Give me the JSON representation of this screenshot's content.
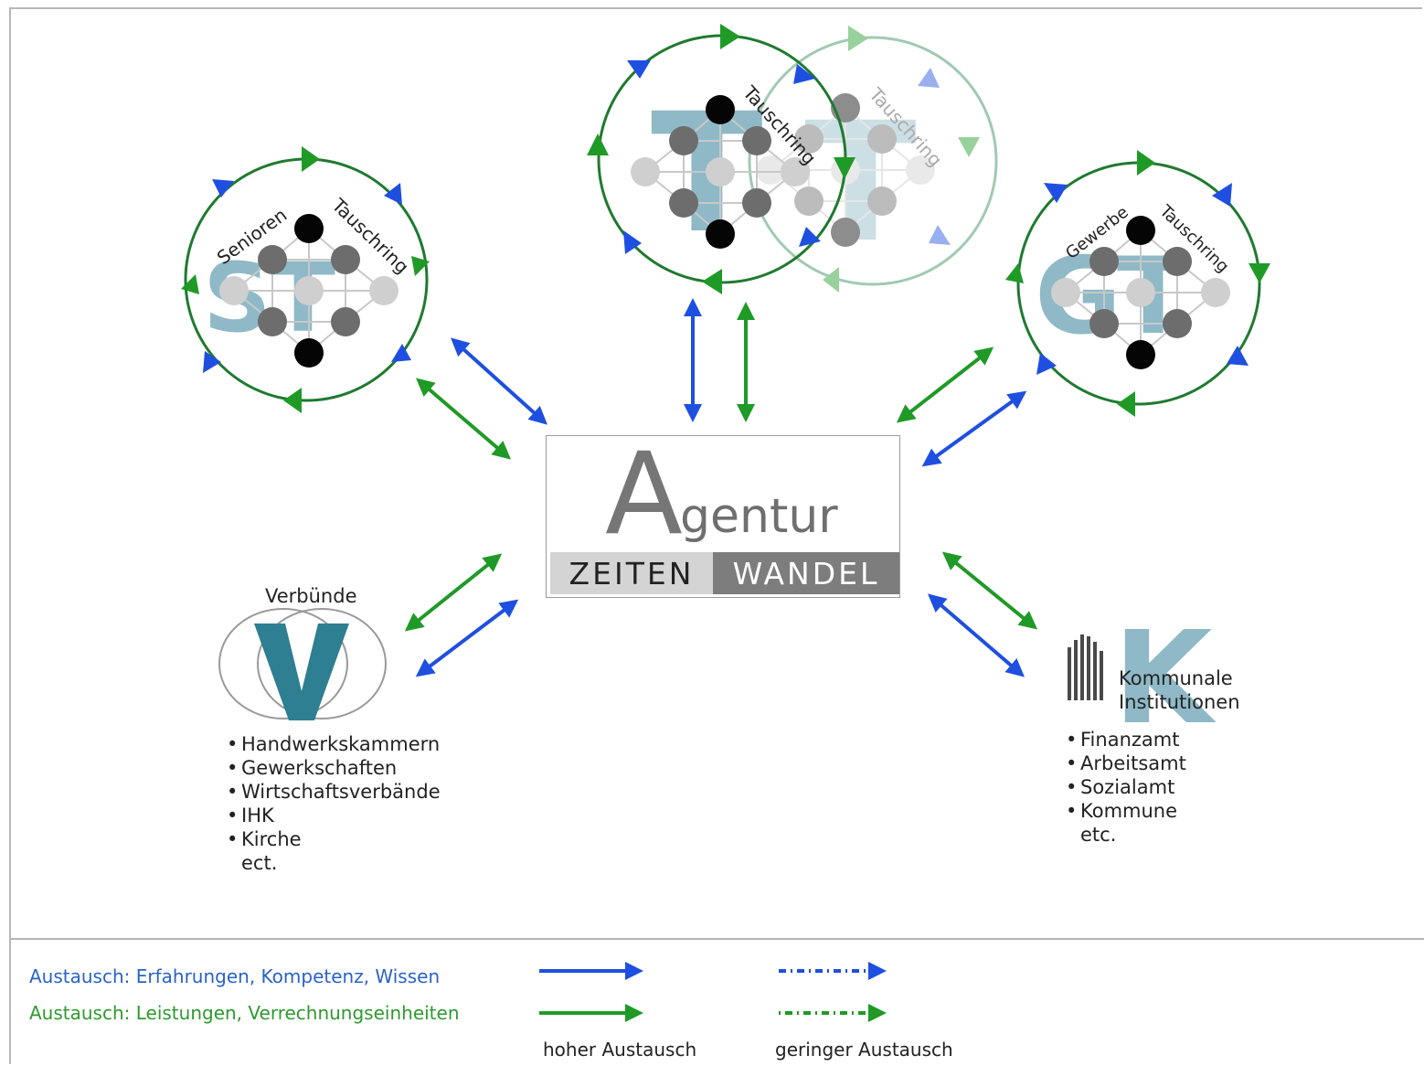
{
  "rings": {
    "senioren": {
      "word1": "Senioren",
      "word2": "Tauschring"
    },
    "tauschring_main": {
      "word": "Tauschring"
    },
    "tauschring_ghost": {
      "word": "Tauschring"
    },
    "gewerbe": {
      "word1": "Gewerbe",
      "word2": "Tauschring"
    }
  },
  "center_logo": {
    "big_letter": "A",
    "rest": "gentur",
    "left_band": "ZEITEN",
    "right_band": "WANDEL"
  },
  "verbuende": {
    "title": "Verbünde",
    "items": [
      "Handwerkskammern",
      "Gewerkschaften",
      "Wirtschaftsverbände",
      "IHK",
      "Kirche"
    ],
    "etc": "ect."
  },
  "kommunale": {
    "title_line1": "Kommunale",
    "title_line2": "Institutionen",
    "items": [
      "Finanzamt",
      "Arbeitsamt",
      "Sozialamt",
      "Kommune"
    ],
    "etc": "etc."
  },
  "legend": {
    "blue_label": "Austausch: Erfahrungen, Kompetenz, Wissen",
    "green_label": "Austausch: Leistungen, Verrechnungseinheiten",
    "high_label": "hoher Austausch",
    "low_label": "geringer Austausch",
    "colors": {
      "blue": "#1f4fe0",
      "green": "#1f9a26"
    }
  },
  "colors": {
    "ring_green": "#1f7a2f",
    "arrow_blue": "#1f4fe0",
    "arrow_green": "#1f9a26",
    "letter_teal": "#8fb9c7",
    "letter_dark_teal": "#2f7f93"
  }
}
